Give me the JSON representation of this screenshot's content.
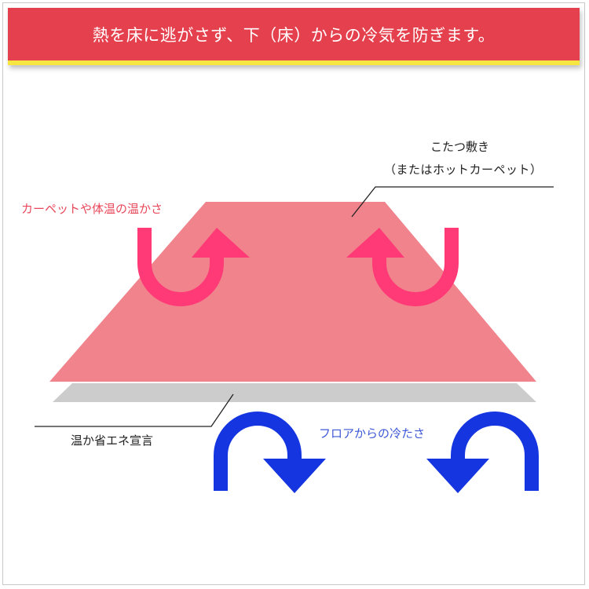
{
  "header": {
    "title": "熱を床に逃がさず、下（床）からの冷気を防ぎます。"
  },
  "labels": {
    "kotatsu_line1": "こたつ敷き",
    "kotatsu_line2": "（またはホットカーペット）",
    "warmth": "カーペットや体温の温かさ",
    "insulation": "温か省エネ宣言",
    "cold": "フロアからの冷たさ"
  },
  "colors": {
    "banner": "#e5404d",
    "banner_underline": "#f5e642",
    "carpet": "#f0838c",
    "insulation_layer": "#cccccc",
    "warm_arrow": "#ff3a76",
    "cold_arrow": "#1535e0",
    "warm_text": "#e8485a",
    "cold_text": "#3d57d6"
  },
  "icons": {
    "warm_arrows": "u-turn-up-arrow",
    "cold_arrows": "u-turn-down-arrow"
  }
}
